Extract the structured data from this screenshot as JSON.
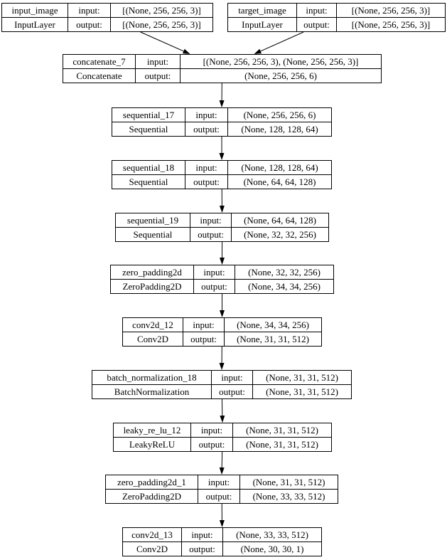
{
  "diagram": {
    "title": "keras-model-plot",
    "background": "#ffffff",
    "node_border_color": "#000000",
    "edge_color": "#000000",
    "labels": {
      "input": "input:",
      "output": "output:"
    },
    "nodes": [
      {
        "id": "input_image",
        "name": "input_image",
        "layer_class": "InputLayer",
        "input_shape": "[(None, 256, 256, 3)]",
        "output_shape": "[(None, 256, 256, 3)]"
      },
      {
        "id": "target_image",
        "name": "target_image",
        "layer_class": "InputLayer",
        "input_shape": "[(None, 256, 256, 3)]",
        "output_shape": "[(None, 256, 256, 3)]"
      },
      {
        "id": "concatenate_7",
        "name": "concatenate_7",
        "layer_class": "Concatenate",
        "input_shape": "[(None, 256, 256, 3), (None, 256, 256, 3)]",
        "output_shape": "(None, 256, 256, 6)"
      },
      {
        "id": "sequential_17",
        "name": "sequential_17",
        "layer_class": "Sequential",
        "input_shape": "(None, 256, 256, 6)",
        "output_shape": "(None, 128, 128, 64)"
      },
      {
        "id": "sequential_18",
        "name": "sequential_18",
        "layer_class": "Sequential",
        "input_shape": "(None, 128, 128, 64)",
        "output_shape": "(None, 64, 64, 128)"
      },
      {
        "id": "sequential_19",
        "name": "sequential_19",
        "layer_class": "Sequential",
        "input_shape": "(None, 64, 64, 128)",
        "output_shape": "(None, 32, 32, 256)"
      },
      {
        "id": "zero_padding2d",
        "name": "zero_padding2d",
        "layer_class": "ZeroPadding2D",
        "input_shape": "(None, 32, 32, 256)",
        "output_shape": "(None, 34, 34, 256)"
      },
      {
        "id": "conv2d_12",
        "name": "conv2d_12",
        "layer_class": "Conv2D",
        "input_shape": "(None, 34, 34, 256)",
        "output_shape": "(None, 31, 31, 512)"
      },
      {
        "id": "batch_normalization_18",
        "name": "batch_normalization_18",
        "layer_class": "BatchNormalization",
        "input_shape": "(None, 31, 31, 512)",
        "output_shape": "(None, 31, 31, 512)"
      },
      {
        "id": "leaky_re_lu_12",
        "name": "leaky_re_lu_12",
        "layer_class": "LeakyReLU",
        "input_shape": "(None, 31, 31, 512)",
        "output_shape": "(None, 31, 31, 512)"
      },
      {
        "id": "zero_padding2d_1",
        "name": "zero_padding2d_1",
        "layer_class": "ZeroPadding2D",
        "input_shape": "(None, 31, 31, 512)",
        "output_shape": "(None, 33, 33, 512)"
      },
      {
        "id": "conv2d_13",
        "name": "conv2d_13",
        "layer_class": "Conv2D",
        "input_shape": "(None, 33, 33, 512)",
        "output_shape": "(None, 30, 30, 1)"
      }
    ],
    "edges": [
      {
        "from": "input_image",
        "to": "concatenate_7"
      },
      {
        "from": "target_image",
        "to": "concatenate_7"
      },
      {
        "from": "concatenate_7",
        "to": "sequential_17"
      },
      {
        "from": "sequential_17",
        "to": "sequential_18"
      },
      {
        "from": "sequential_18",
        "to": "sequential_19"
      },
      {
        "from": "sequential_19",
        "to": "zero_padding2d"
      },
      {
        "from": "zero_padding2d",
        "to": "conv2d_12"
      },
      {
        "from": "conv2d_12",
        "to": "batch_normalization_18"
      },
      {
        "from": "batch_normalization_18",
        "to": "leaky_re_lu_12"
      },
      {
        "from": "leaky_re_lu_12",
        "to": "zero_padding2d_1"
      },
      {
        "from": "zero_padding2d_1",
        "to": "conv2d_13"
      }
    ]
  }
}
